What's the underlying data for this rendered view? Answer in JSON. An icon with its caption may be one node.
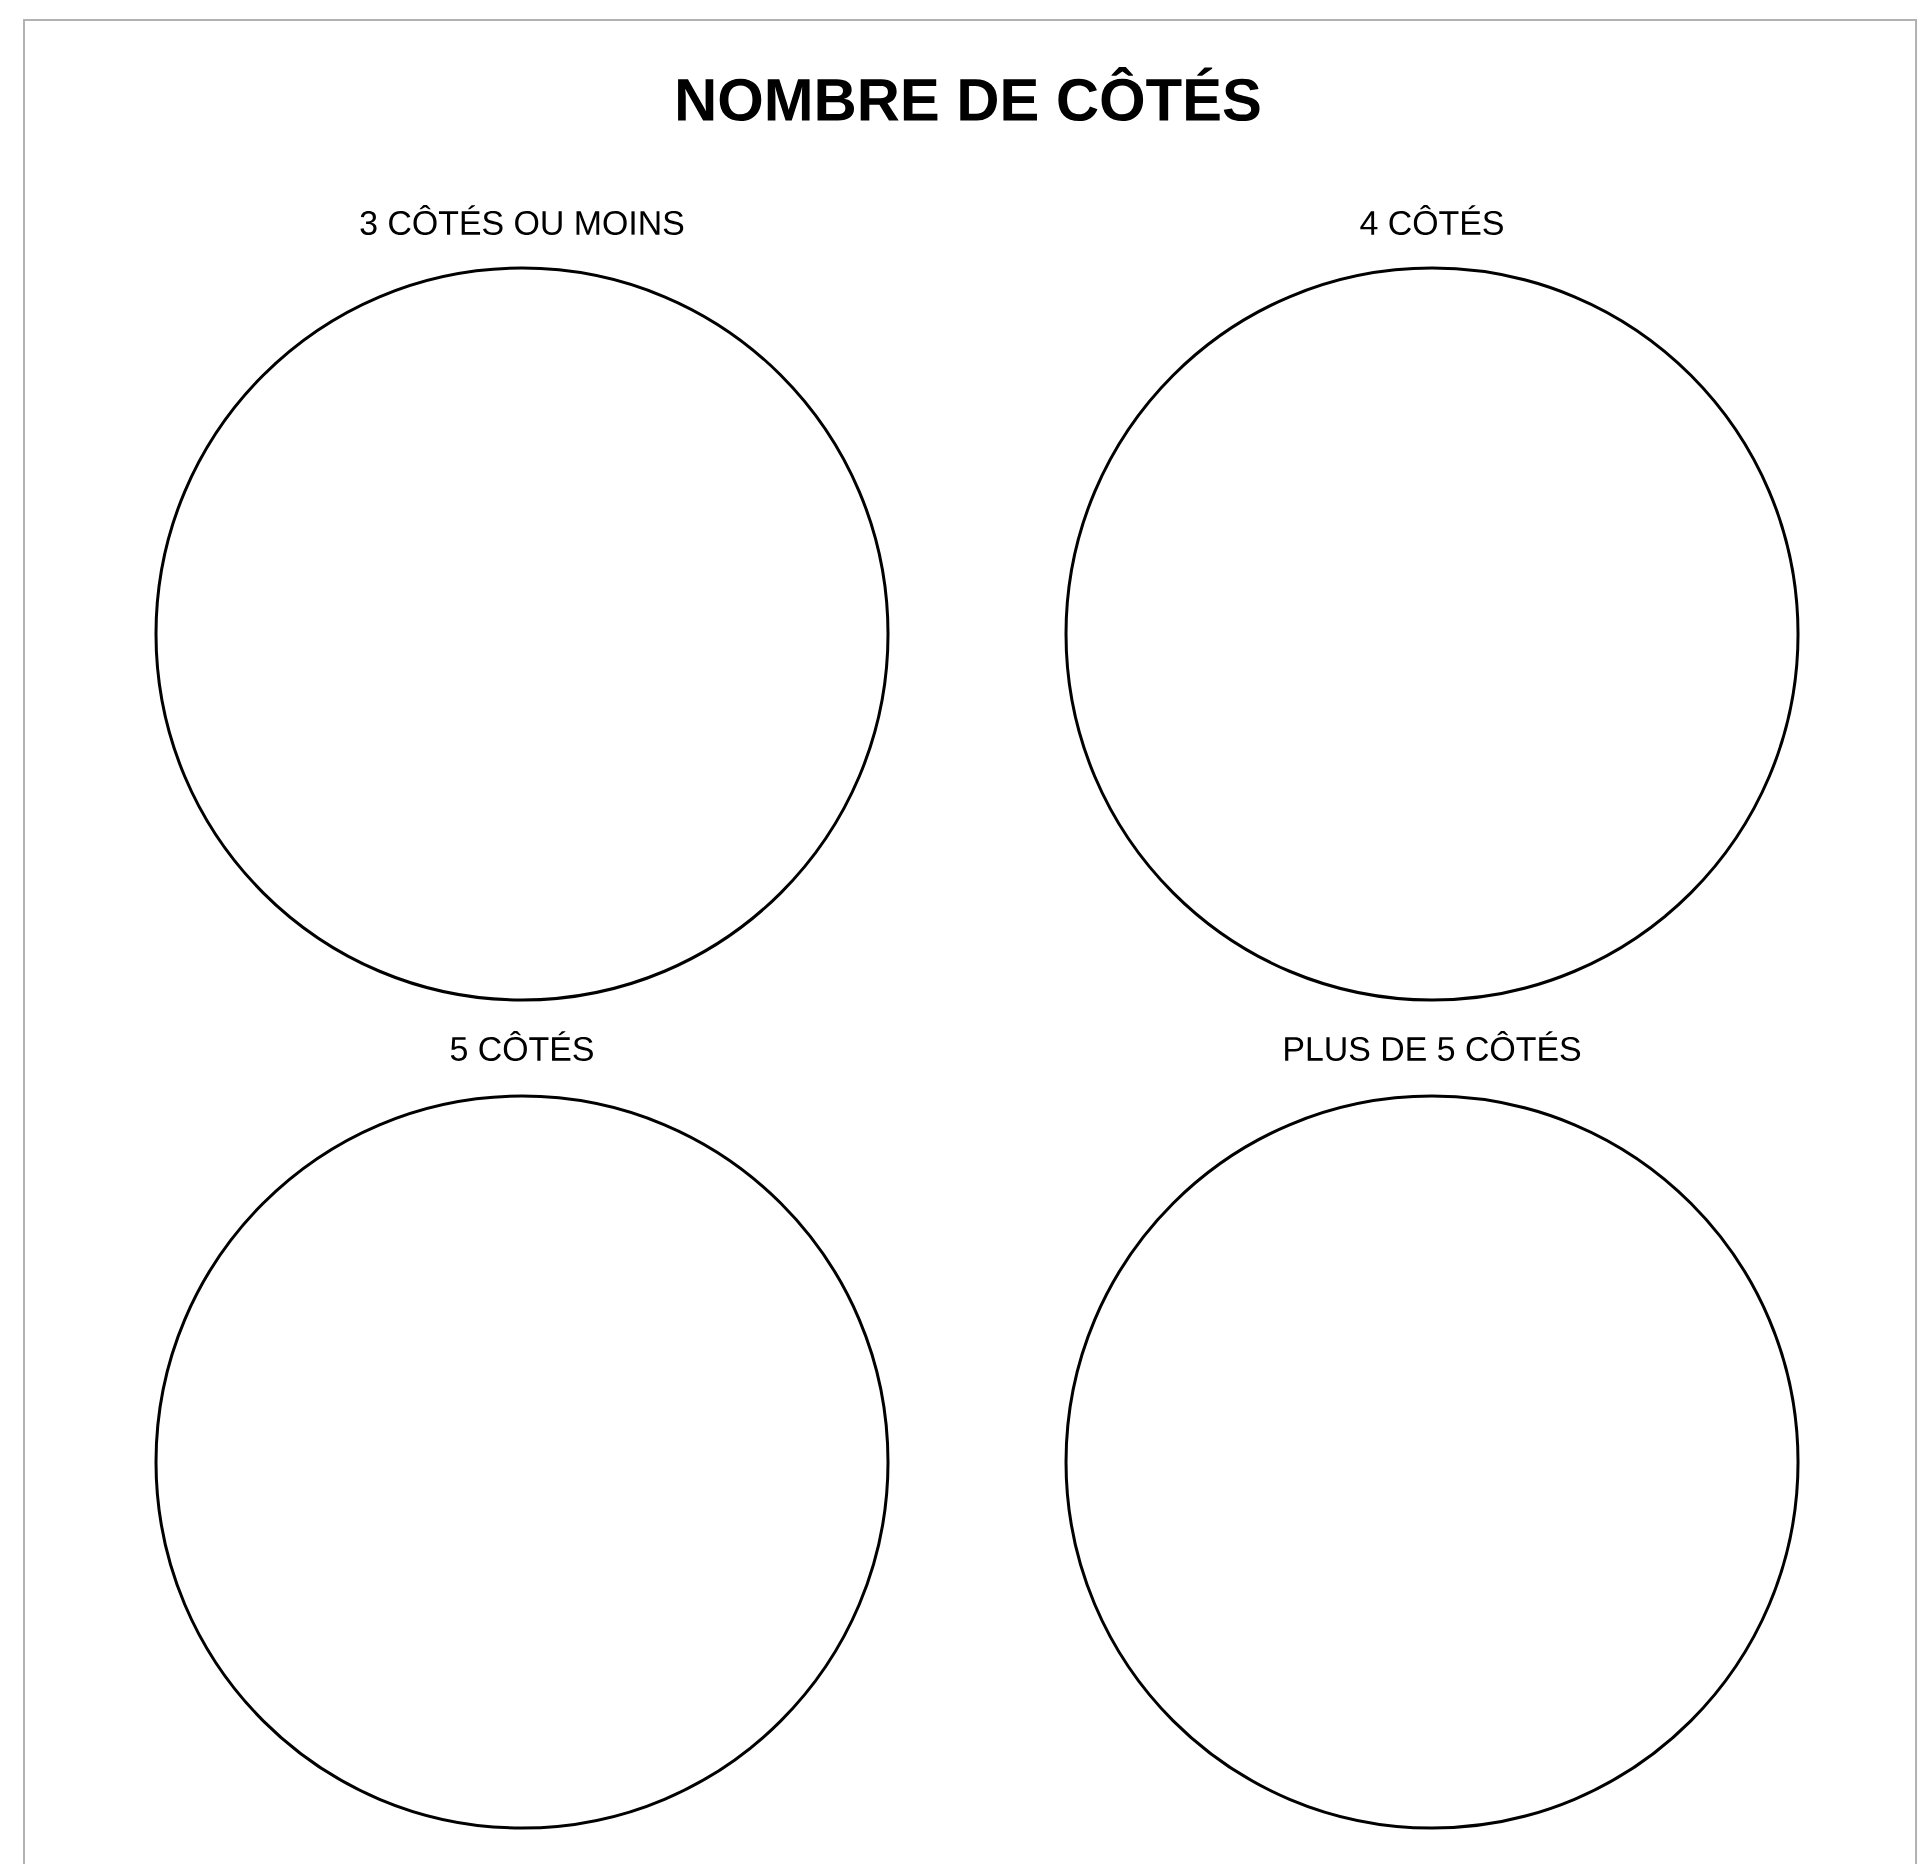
{
  "diagram": {
    "title": "NOMBRE DE CÔTÉS",
    "nodes": [
      {
        "text": [
          "3 CÔTÉS OU MOINS"
        ]
      },
      {
        "text": [
          "4 CÔTÉS"
        ]
      },
      {
        "text": [
          "5 CÔTÉS"
        ]
      },
      {
        "text": [
          "PLUS DE 5 CÔTÉS"
        ]
      }
    ]
  }
}
